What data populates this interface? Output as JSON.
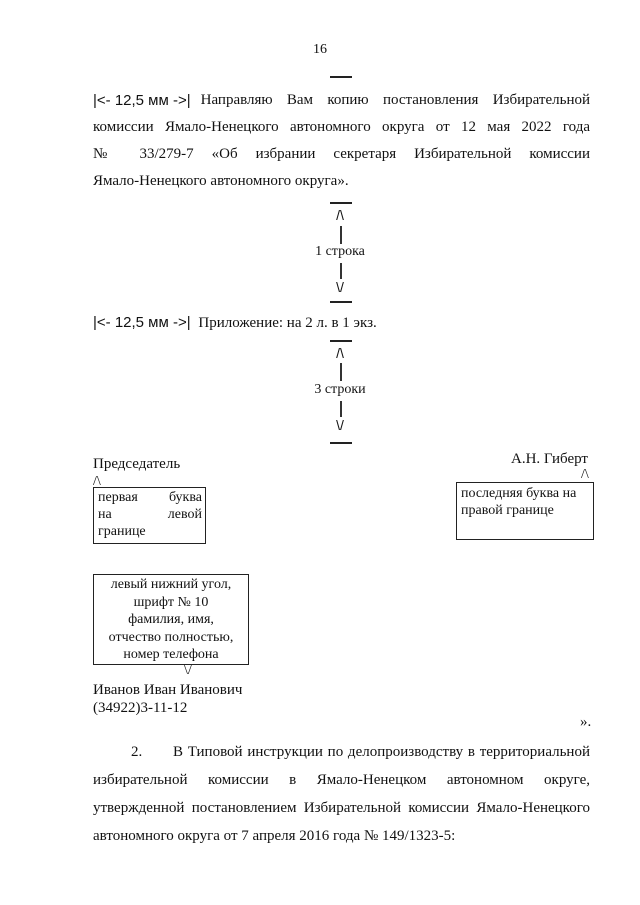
{
  "page_number": "16",
  "paragraph1": {
    "indent_marker": "|<- 12,5 мм ->|",
    "line1_rest": "Направляю Вам копию постановления Избирательной",
    "line2": "комиссии Ямало-Ненецкого автономного округа от 12 мая 2022 года",
    "line3": "№ 33/279-7 «Об избрании секретаря Избирательной комиссии",
    "line4": "Ямало-Ненецкого автономного округа»."
  },
  "spacing_1": {
    "label": "1 строка"
  },
  "attachment": {
    "indent_marker": "|<- 12,5 мм ->|",
    "text": "Приложение: на 2 л. в 1 экз."
  },
  "spacing_3": {
    "label": "3 строки"
  },
  "signature": {
    "position": "Председатель",
    "name": "А.Н. Гиберт",
    "left_note": [
      "первая",
      "буква",
      "на",
      "левой",
      "границе"
    ],
    "right_note": [
      "последняя буква на",
      "правой границе"
    ]
  },
  "executor_note": [
    "левый нижний угол,",
    "шрифт № 10",
    "фамилия, имя,",
    "отчество полностью,",
    "номер телефона"
  ],
  "executor": {
    "name": "Иванов Иван Иванович",
    "phone": "(34922)3-11-12"
  },
  "closing_quote": "».",
  "paragraph2": {
    "number": "2.",
    "line1_rest": "В Типовой инструкции по делопроизводству в территориальной",
    "line2": "избирательной комиссии в Ямало-Ненецком автономном округе,",
    "line3": "утвержденной постановлением Избирательной комиссии Ямало-Ненецкого",
    "line4": "автономного округа от 7 апреля 2016 года № 149/1323-5:"
  },
  "glyphs": {
    "up": "/\\",
    "down": "\\/"
  }
}
